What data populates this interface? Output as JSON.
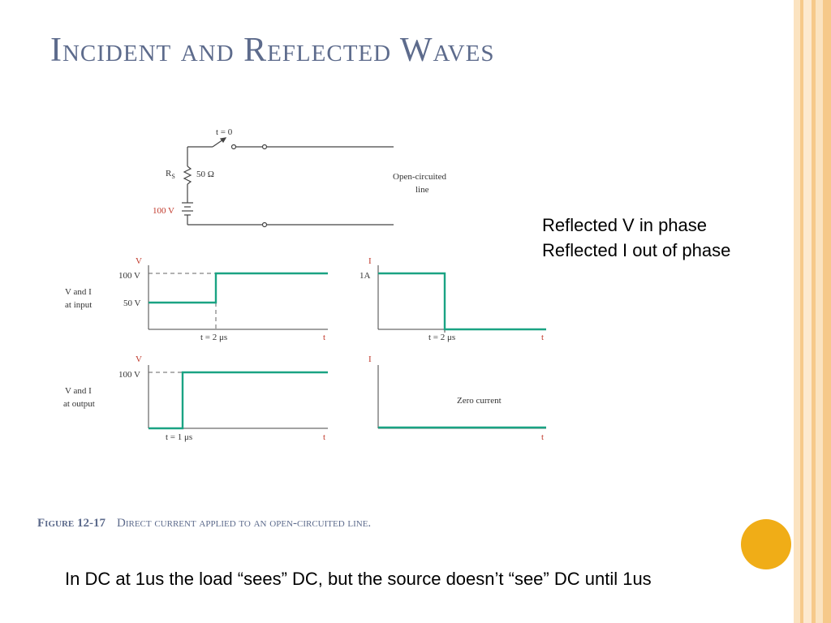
{
  "slide": {
    "title": "Incident and Reflected Waves",
    "notes": [
      "Reflected V in phase",
      "Reflected I out of phase"
    ],
    "caption_number": "Figure 12-17",
    "caption_text": "Direct current applied to an open-circuited line.",
    "bottom_text": "In DC at 1us the load “sees” DC, but the source doesn’t “see” DC until 1us"
  },
  "circuit": {
    "switch_label": "t = 0",
    "resistor_label": "R",
    "resistor_sub": "S",
    "resistor_value": "50 Ω",
    "source_label": "100 V",
    "line_label_1": "Open-circuited",
    "line_label_2": "line"
  },
  "plots": {
    "v_axis": "V",
    "i_axis": "I",
    "t_axis": "t",
    "input_label_1": "V and I",
    "input_label_2": "at input",
    "output_label_1": "V and I",
    "output_label_2": "at output",
    "tick_100v": "100 V",
    "tick_50v": "50 V",
    "tick_1a": "1A",
    "t2": "t = 2 μs",
    "t1": "t = 1 μs",
    "zero_current": "Zero current"
  },
  "colors": {
    "trace": "#1aa383",
    "title": "#5d6b8c",
    "accent_circle": "#f0ad17",
    "stripe": "#f6c98a"
  },
  "chart_data": [
    {
      "type": "line",
      "ylabel": "V",
      "xlabel": "t",
      "x": [
        0,
        2,
        2,
        4
      ],
      "y": [
        50,
        50,
        100,
        100
      ],
      "annotations": [
        "100 V",
        "50 V",
        "t = 2 μs"
      ]
    },
    {
      "type": "line",
      "ylabel": "I",
      "xlabel": "t",
      "x": [
        0,
        2,
        2,
        4
      ],
      "y": [
        1,
        1,
        0,
        0
      ],
      "annotations": [
        "1A",
        "t = 2 μs"
      ]
    },
    {
      "type": "line",
      "ylabel": "V",
      "xlabel": "t",
      "x": [
        0,
        1,
        1,
        4
      ],
      "y": [
        0,
        0,
        100,
        100
      ],
      "annotations": [
        "100 V",
        "t = 1 μs"
      ]
    },
    {
      "type": "line",
      "ylabel": "I",
      "xlabel": "t",
      "x": [
        0,
        4
      ],
      "y": [
        0,
        0
      ],
      "annotations": [
        "Zero current"
      ]
    }
  ]
}
